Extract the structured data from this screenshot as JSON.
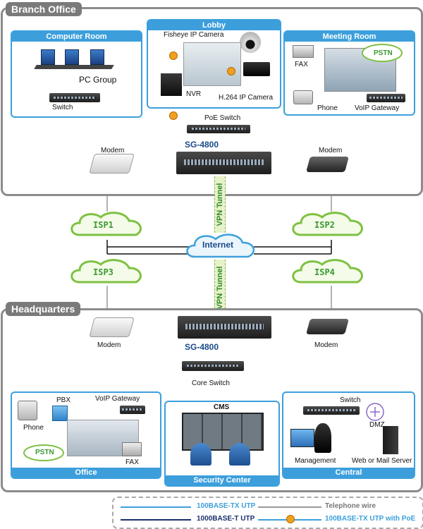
{
  "branch": {
    "title": "Branch Office",
    "computer_room": {
      "title": "Computer Room",
      "pc_group": "PC Group",
      "switch": "Switch"
    },
    "lobby": {
      "title": "Lobby",
      "fisheye": "Fisheye IP Camera",
      "nvr": "NVR",
      "h264": "H.264 IP Camera"
    },
    "meeting_room": {
      "title": "Meeting Room",
      "fax": "FAX",
      "pstn": "PSTN",
      "phone": "Phone",
      "voip_gateway": "VoIP Gateway"
    },
    "poe_switch": "PoE Switch",
    "sg_label": "SG-4800",
    "modem_left": "Modem",
    "modem_right": "Modem"
  },
  "internet": {
    "vpn_top": "VPN Tunnel",
    "vpn_bottom": "VPN Tunnel",
    "isp1": "ISP1",
    "isp2": "ISP2",
    "isp3": "ISP3",
    "isp4": "ISP4",
    "internet": "Internet"
  },
  "hq": {
    "title": "Headquarters",
    "sg_label": "SG-4800",
    "modem_left": "Modem",
    "modem_right": "Modem",
    "core_switch": "Core Switch",
    "office": {
      "title": "Office",
      "pbx": "PBX",
      "voip_gateway": "VoIP Gateway",
      "phone": "Phone",
      "pstn": "PSTN",
      "fax": "FAX"
    },
    "security": {
      "title": "Security Center",
      "cms": "CMS"
    },
    "central": {
      "title": "Central",
      "switch": "Switch",
      "dmz": "DMZ",
      "management": "Management",
      "server": "Web or Mail Server"
    }
  },
  "legend": {
    "tx_utp": "100BASE-TX UTP",
    "telephone": "Telephone wire",
    "t_utp": "1000BASE-T UTP",
    "tx_poe": "100BASE-TX UTP with PoE"
  },
  "colors": {
    "tx": "#3ca0dc",
    "t": "#1a2f6e",
    "phone": "#999999",
    "poe": "#f0a020",
    "region_border": "#8c8c8c",
    "zone": "#3c9fdc"
  }
}
